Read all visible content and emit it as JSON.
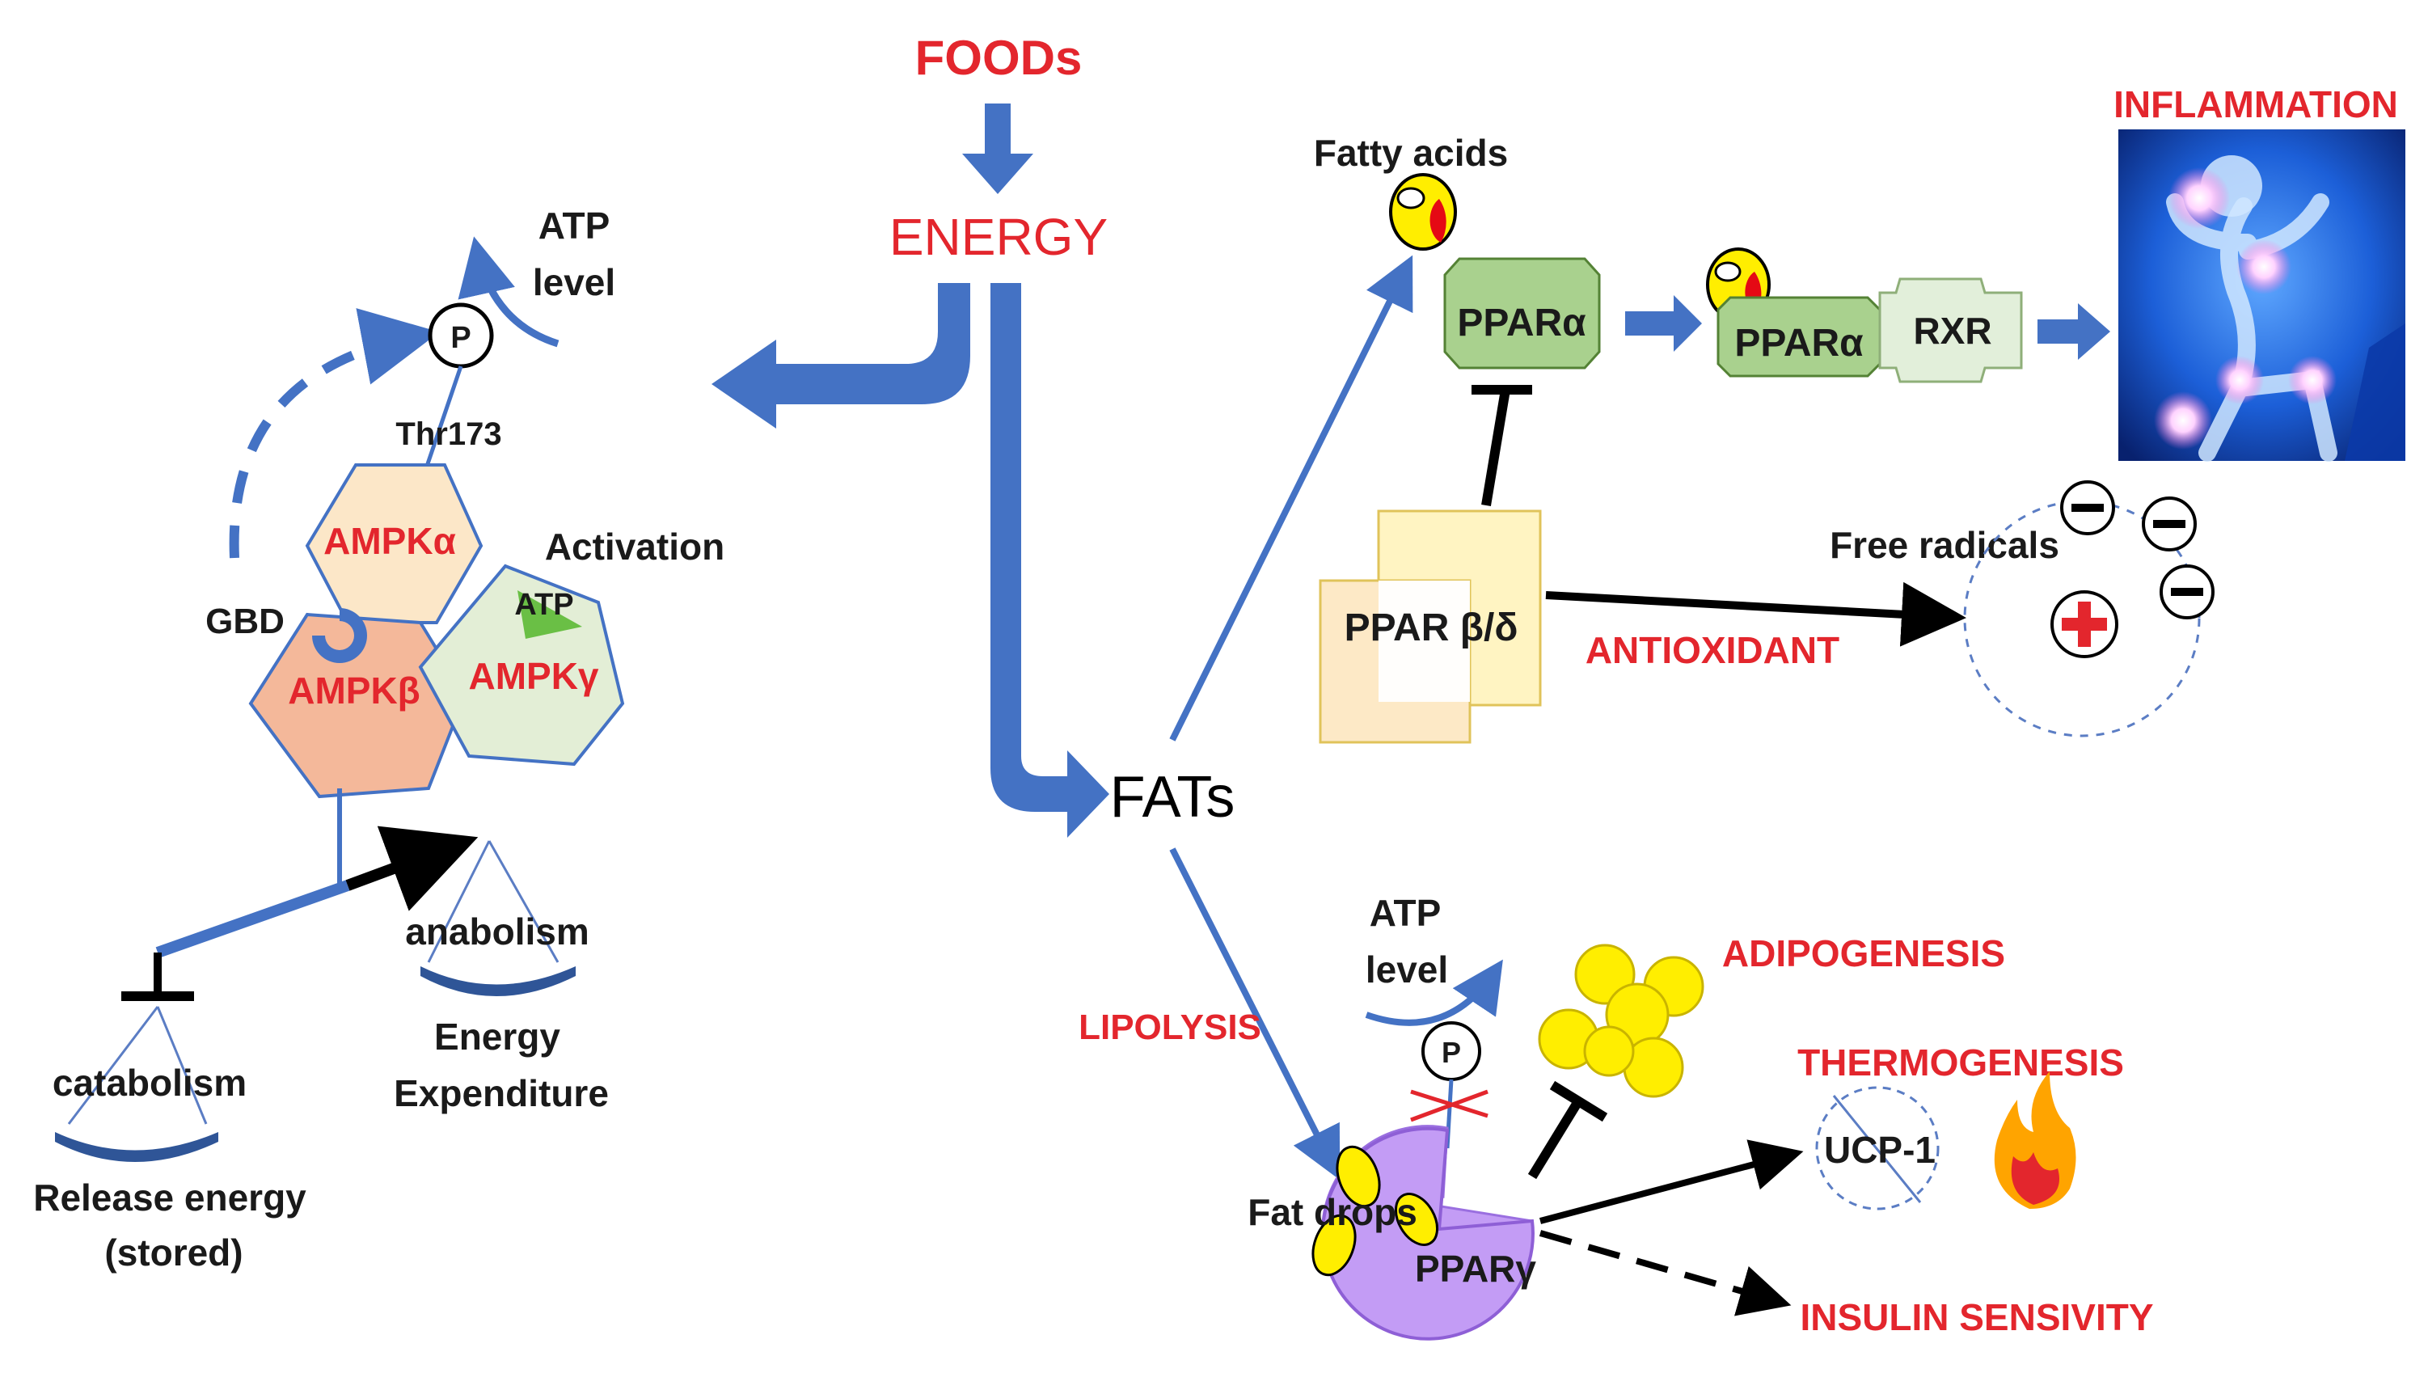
{
  "colors": {
    "arrow_blue": "#4472c4",
    "red_text": "#e3262d",
    "dark_text": "#1a1a1a",
    "ampk_alpha": "#fce7c8",
    "ampk_beta": "#f4b89a",
    "ampk_gamma": "#e3eed6",
    "ppar_alpha": "#a9d18e",
    "ppar_bd": "#fff2a8",
    "ppar_gamma": "#c39cf5",
    "fat_yellow": "#ffee00"
  },
  "labels": {
    "foods": "FOODs",
    "energy": "ENERGY",
    "fats": "FATs",
    "fatty_acids": "Fatty acids",
    "inflammation": "INFLAMMATION",
    "ppar_alpha": "PPARα",
    "ppar_alpha_2": "PPARα",
    "rxr": "RXR",
    "ppar_bd": "PPAR β/δ",
    "antioxidant": "ANTIOXIDANT",
    "free_radicals": "Free radicals",
    "atp_level_top_1": "ATP",
    "atp_level_top_2": "level",
    "p_top": "P",
    "thr173": "Thr173",
    "ampk_alpha": "AMPKα",
    "ampk_beta": "AMPKβ",
    "ampk_gamma": "AMPKγ",
    "activation": "Activation",
    "atp_small": "ATP",
    "gbd": "GBD",
    "anabolism": "anabolism",
    "energy_exp_1": "Energy",
    "energy_exp_2": "Expenditure",
    "catabolism": "catabolism",
    "release_1": "Release energy",
    "release_2": "(stored)",
    "lipolysis": "LIPOLYSIS",
    "atp_level_bottom_1": "ATP",
    "atp_level_bottom_2": "level",
    "p_bottom": "P",
    "adipogenesis": "ADIPOGENESIS",
    "thermogenesis": "THERMOGENESIS",
    "ucp1": "UCP-1",
    "fat_drops": "Fat drops",
    "ppar_gamma": "PPARγ",
    "insulin_sensivity": "INSULIN SENSIVITY",
    "minus": "−",
    "plus": "+"
  },
  "icons": {
    "inflammation_image": "person-in-pain-illustration",
    "flame": "flame-icon",
    "fat_cluster": "fat-cells-cluster-icon"
  }
}
